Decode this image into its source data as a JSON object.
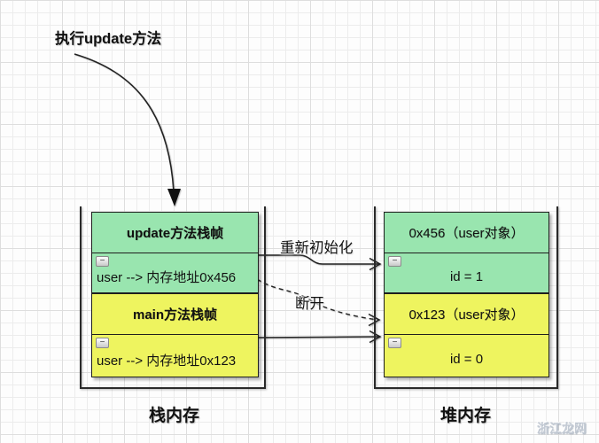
{
  "annotation": {
    "label": "执行update方法"
  },
  "stack": {
    "title": "栈内存",
    "frames": [
      {
        "header": "update方法栈帧",
        "row": "user --> 内存地址0x456",
        "color": "green"
      },
      {
        "header": "main方法栈帧",
        "row": "user --> 内存地址0x123",
        "color": "yellow"
      }
    ]
  },
  "heap": {
    "title": "堆内存",
    "objects": [
      {
        "header": "0x456（user对象）",
        "row": "id = 1",
        "color": "green"
      },
      {
        "header": "0x123（user对象）",
        "row": "id = 0",
        "color": "yellow"
      }
    ]
  },
  "arrows": {
    "reinit_label": "重新初始化",
    "disconnect_label": "断开"
  },
  "icons": {
    "collapse": "−"
  },
  "colors": {
    "green": "#99e5af",
    "yellow": "#eef45f",
    "border": "#1e1e1e",
    "arrow": "#222222"
  },
  "watermark": "浙江龙网"
}
